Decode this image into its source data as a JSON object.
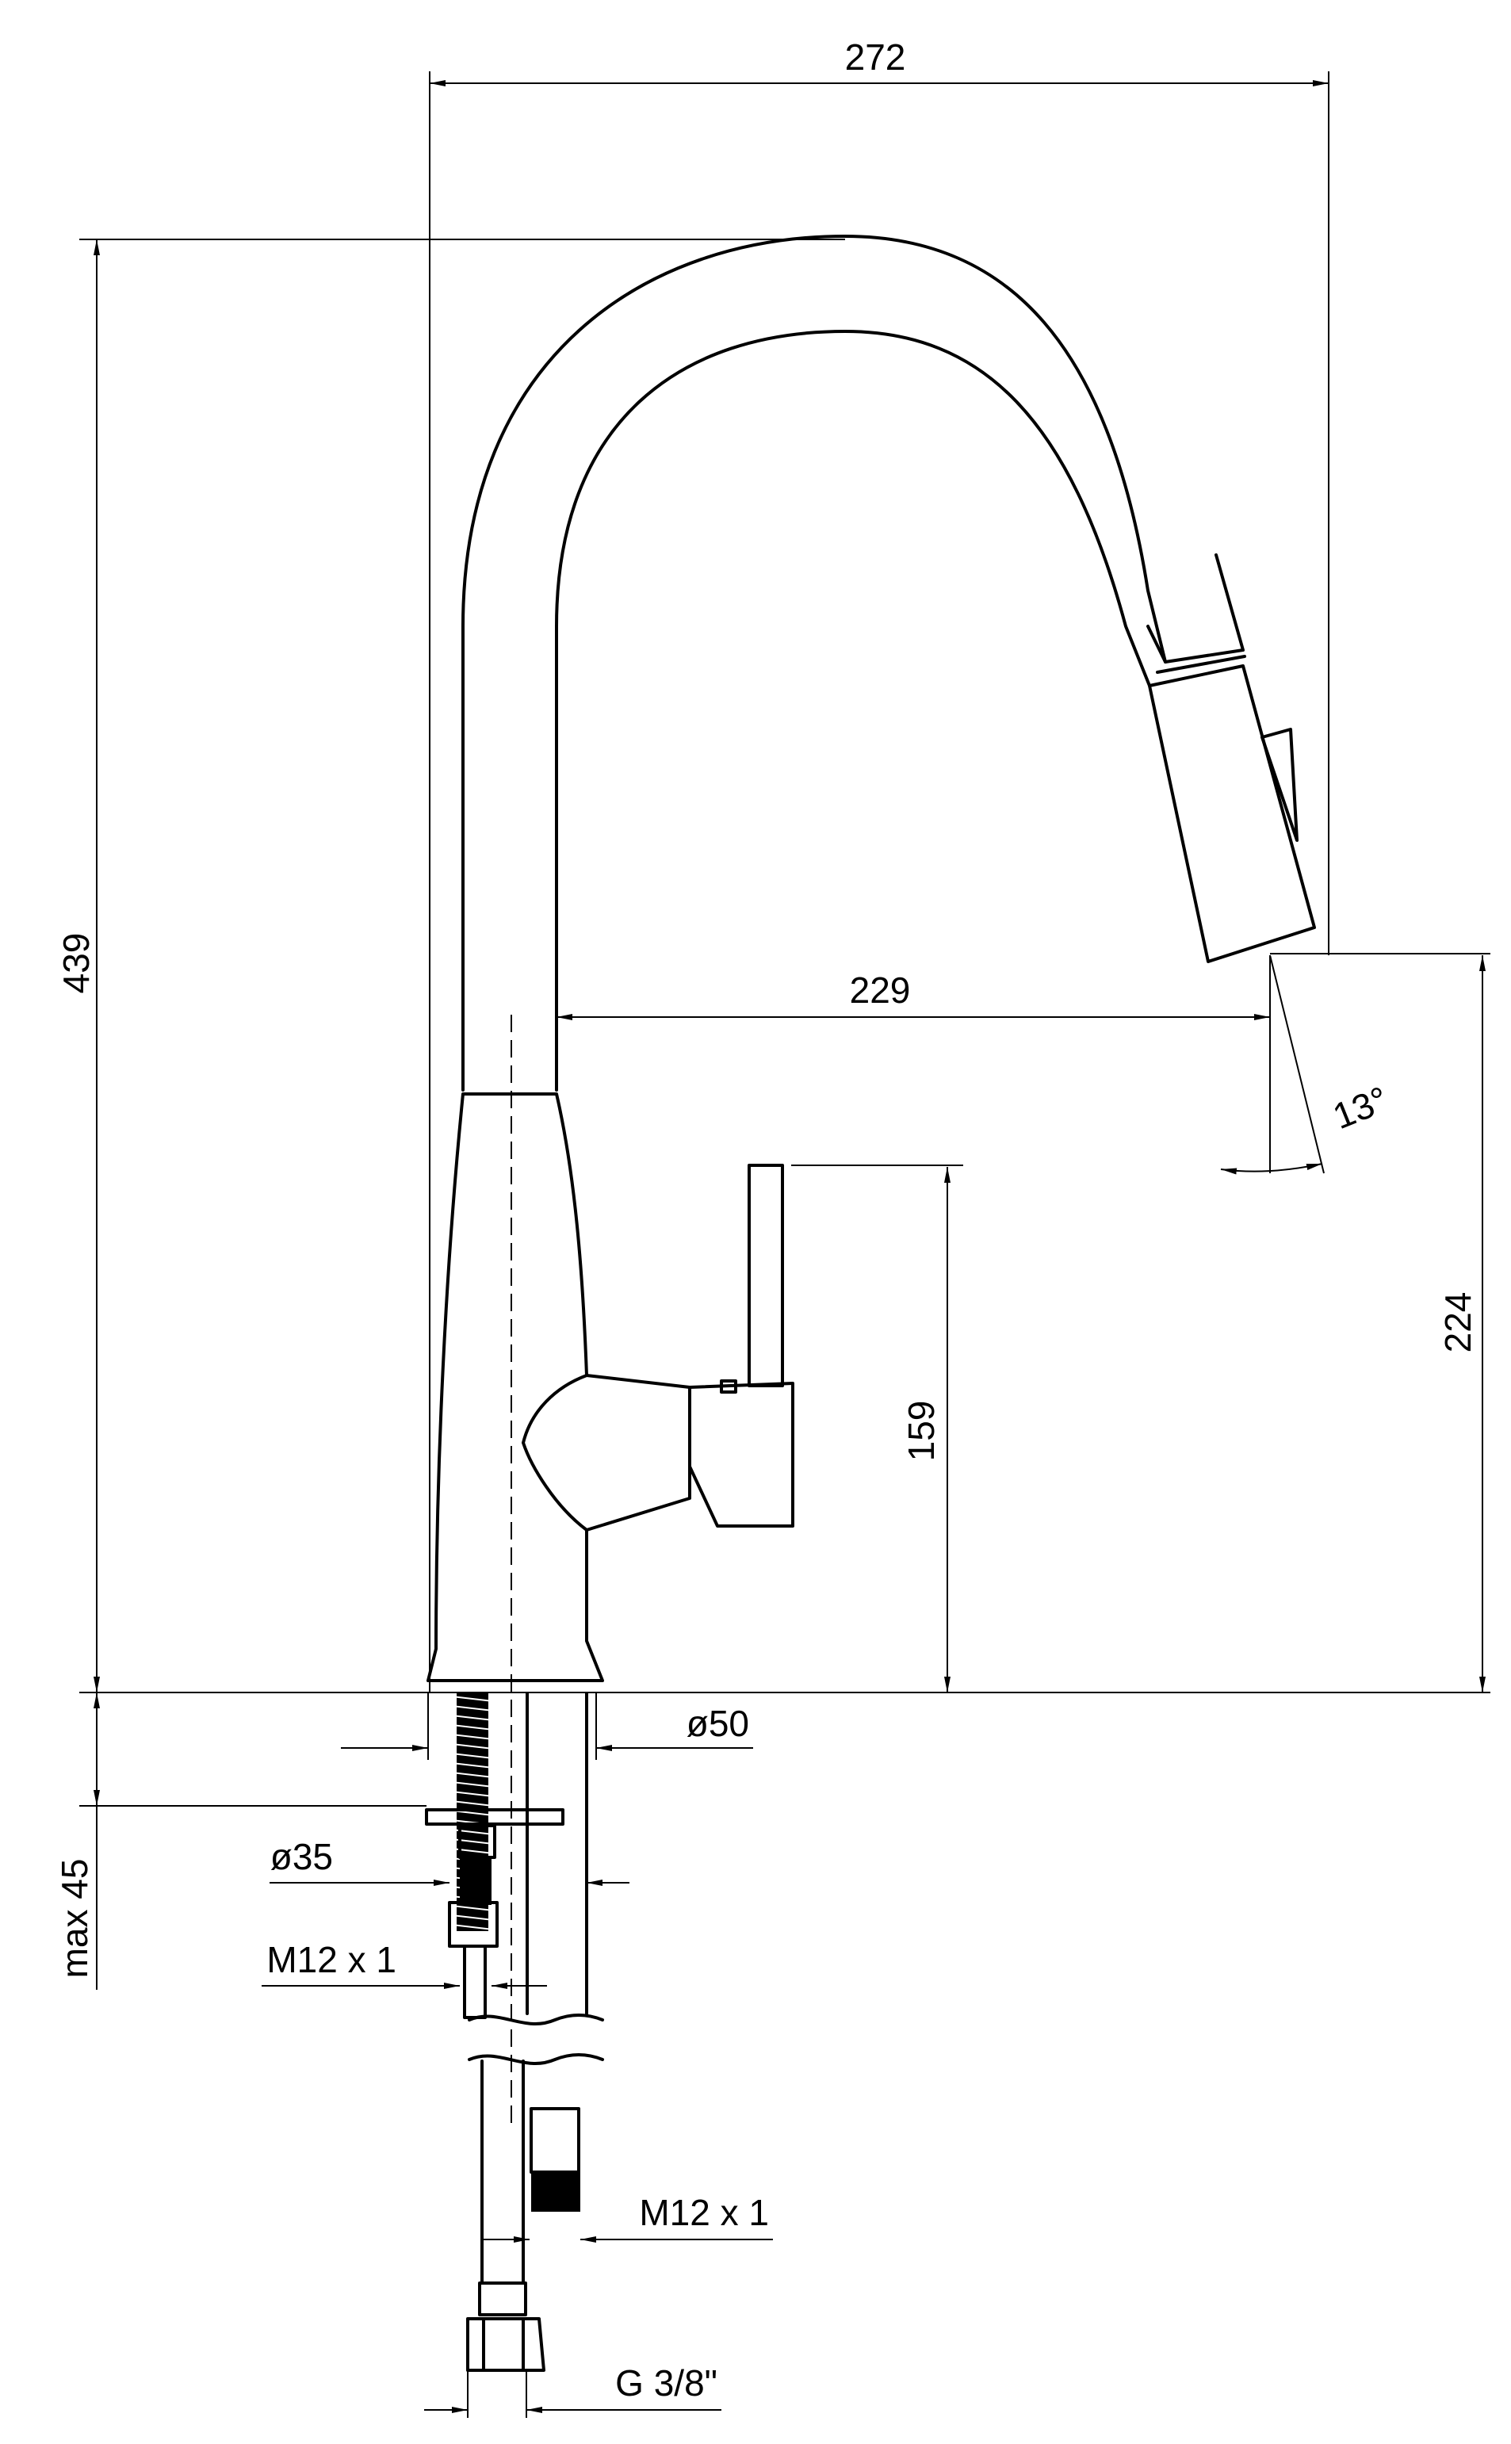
{
  "dimensions": {
    "width_total": "272",
    "height_total": "439",
    "spout_reach": "229",
    "spout_angle": "13°",
    "spout_height": "224",
    "lever_height": "159",
    "base_diameter": "ø50",
    "hole_diameter": "ø35",
    "counter_thickness": "max 45",
    "thread_hose": "M12 x 1",
    "thread_supply": "M12 x 1",
    "connection": "G 3/8\""
  },
  "colors": {
    "line": "#000000",
    "background": "#ffffff"
  }
}
